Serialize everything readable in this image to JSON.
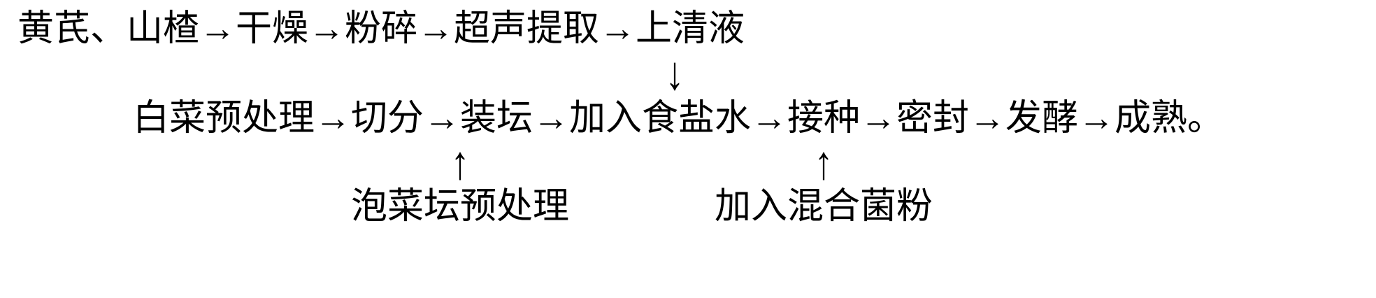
{
  "diagram": {
    "title_hint": "pickled-cabbage fermentation process flow",
    "arrow_char": "→",
    "down_arrow": "↓",
    "up_arrow": "↑",
    "top_flow": {
      "text": "黄芪、山楂→干燥→粉碎→超声提取→上清液",
      "steps": [
        "黄芪、山楂",
        "干燥",
        "粉碎",
        "超声提取",
        "上清液"
      ]
    },
    "main_flow": {
      "text": "白菜预处理→切分→装坛→加入食盐水→接种→密封→发酵→成熟。",
      "steps": [
        "白菜预处理",
        "切分",
        "装坛",
        "加入食盐水",
        "接种",
        "密封",
        "发酵",
        "成熟"
      ]
    },
    "connections": {
      "down_arrow_from": "上清液",
      "down_arrow_to": "加入食盐水"
    },
    "annotations": [
      {
        "text": "泡菜坛预处理",
        "points_to": "装坛"
      },
      {
        "text": "加入混合菌粉",
        "points_to": "接种"
      }
    ],
    "colors": {
      "text": "#000000",
      "background": "#ffffff"
    }
  }
}
